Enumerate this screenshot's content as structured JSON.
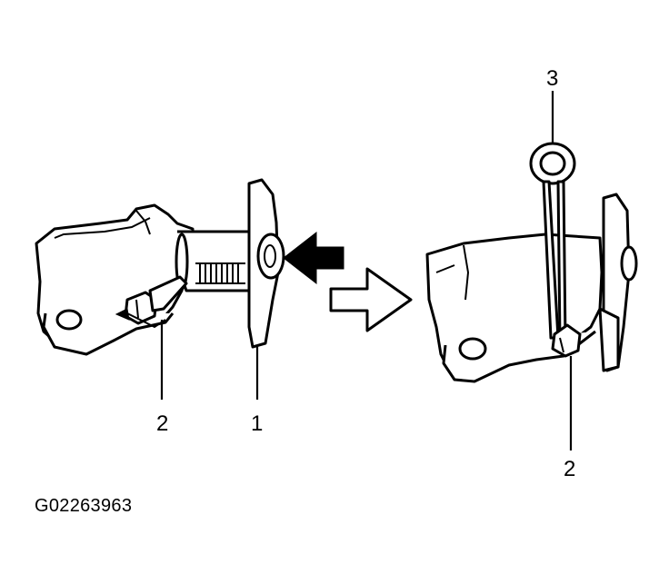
{
  "diagram": {
    "callouts": {
      "left_bolt": "2",
      "plate": "1",
      "pin": "3",
      "right_bolt": "2"
    },
    "figure_id": "G02263963"
  }
}
